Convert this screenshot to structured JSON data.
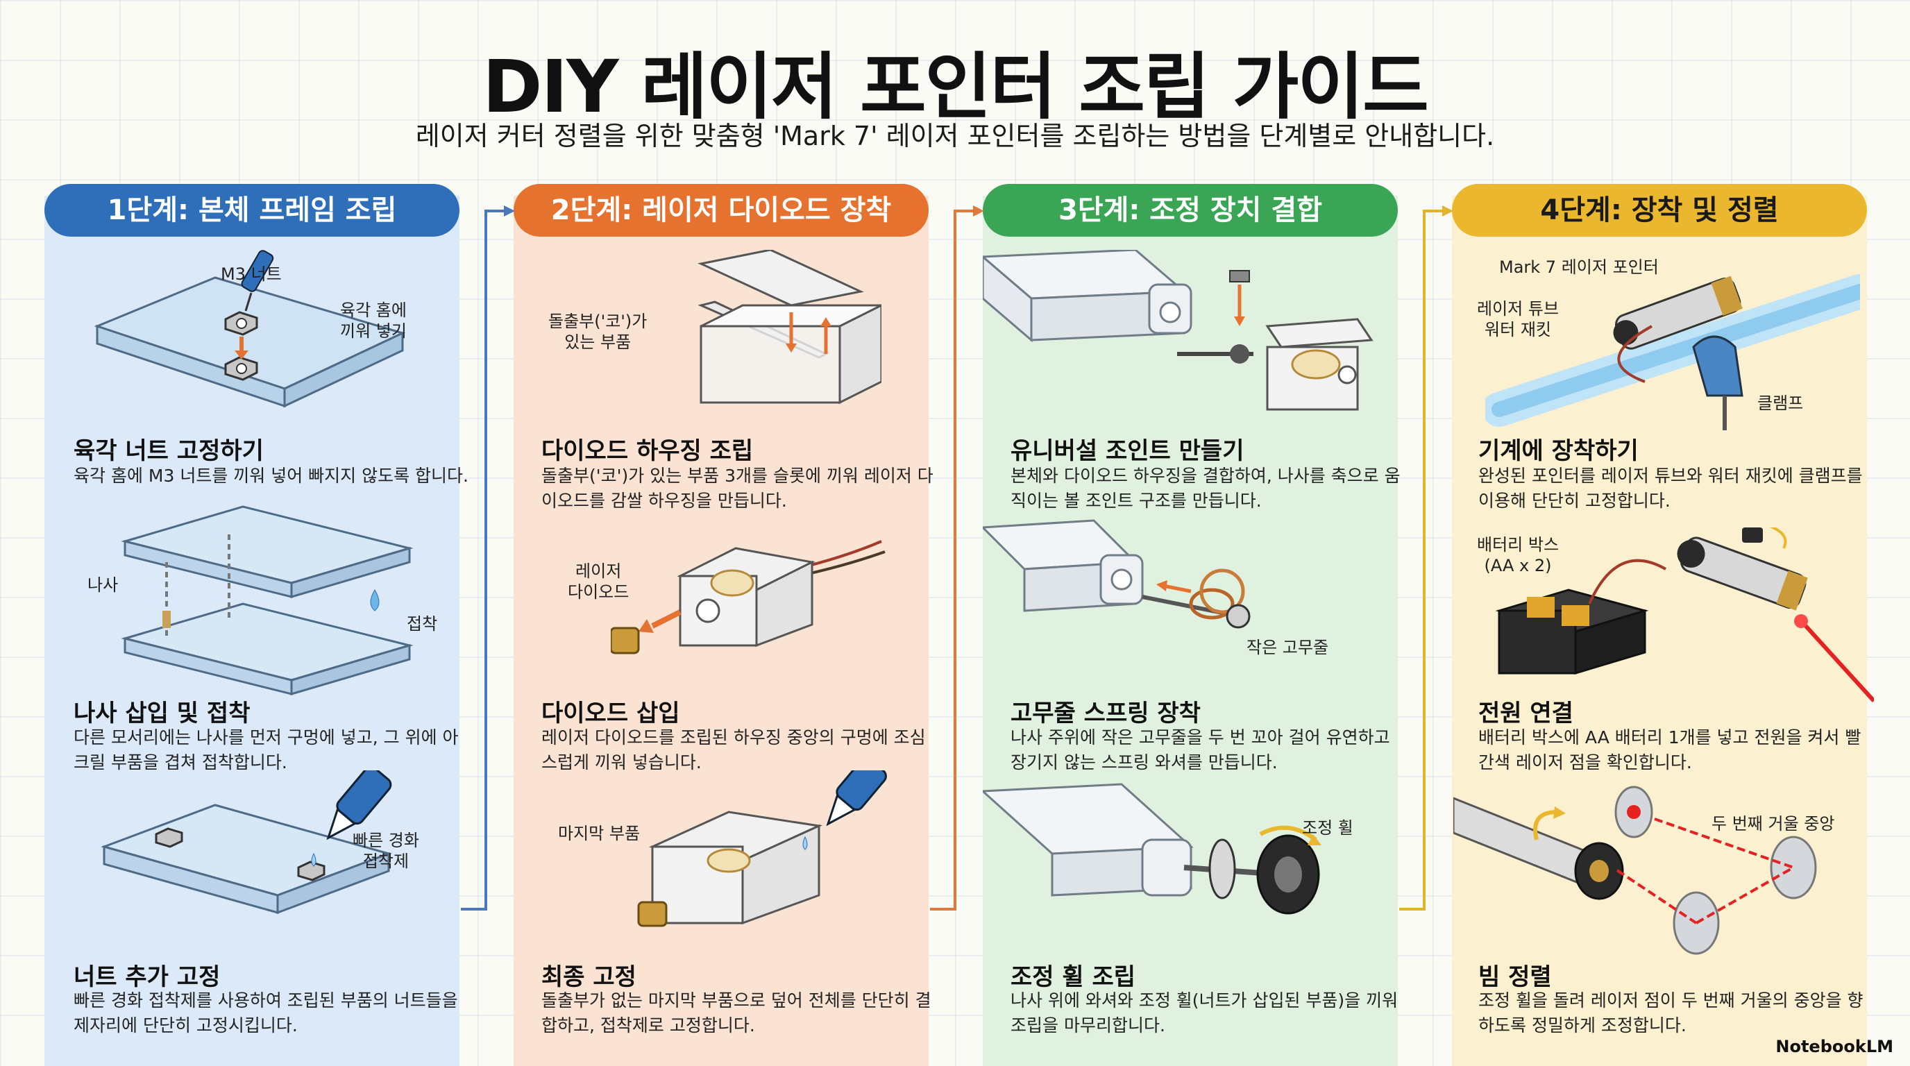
{
  "header": {
    "title": "DIY 레이저 포인터 조립 가이드",
    "subtitle": "레이저 커터 정렬을 위한 맞춤형 'Mark 7' 레이저 포인터를 조립하는 방법을 단계별로 안내합니다."
  },
  "stages": [
    {
      "title": "1단계: 본체 프레임 조립",
      "steps": [
        {
          "title": "육각 너트 고정하기",
          "desc": "육각 홈에 M3 너트를 끼워 넣어 빠지지 않도록 합니다."
        },
        {
          "title": "나사 삽입 및 접착",
          "desc": "다른 모서리에는 나사를 먼저 구멍에 넣고, 그 위에 아크릴 부품을 겹쳐 접착합니다."
        },
        {
          "title": "너트 추가 고정",
          "desc": "빠른 경화 접착제를 사용하여 조립된 부품의 너트들을 제자리에 단단히 고정시킵니다."
        }
      ],
      "labels": {
        "m3_nut": "M3 너트",
        "hex_groove": "육각 홈에\n끼워 넣기",
        "screw": "나사",
        "glue": "접착",
        "fast_glue": "빠른 경화\n접착제"
      }
    },
    {
      "title": "2단계: 레이저 다이오드 장착",
      "steps": [
        {
          "title": "다이오드 하우징 조립",
          "desc": "돌출부('코')가 있는 부품 3개를 슬롯에 끼워 레이저 다이오드를 감쌀 하우징을 만듭니다."
        },
        {
          "title": "다이오드 삽입",
          "desc": "레이저 다이오드를 조립된 하우징 중앙의 구멍에 조심스럽게 끼워 넣습니다."
        },
        {
          "title": "최종 고정",
          "desc": "돌출부가 없는 마지막 부품으로 덮어 전체를 단단히 결합하고, 접착제로 고정합니다."
        }
      ],
      "labels": {
        "nose_part": "돌출부('코')가\n있는 부품",
        "laser_diode": "레이저\n다이오드",
        "last_part": "마지막 부품"
      }
    },
    {
      "title": "3단계: 조정 장치 결합",
      "steps": [
        {
          "title": "유니버설 조인트 만들기",
          "desc": "본체와 다이오드 하우징을 결합하여, 나사를 축으로 움직이는 볼 조인트 구조를 만듭니다."
        },
        {
          "title": "고무줄 스프링 장착",
          "desc": "나사 주위에 작은 고무줄을 두 번 꼬아 걸어 유연하고 장기지 않는 스프링 와셔를 만듭니다."
        },
        {
          "title": "조정 휠 조립",
          "desc": "나사 위에 와셔와 조정 휠(너트가 삽입된 부품)을 끼워 조립을 마무리합니다."
        }
      ],
      "labels": {
        "rubber_band": "작은 고무줄",
        "adjust_wheel": "조정 휠"
      }
    },
    {
      "title": "4단계: 장착 및 정렬",
      "steps": [
        {
          "title": "기계에 장착하기",
          "desc": "완성된 포인터를 레이저 튜브와 워터 재킷에 클램프를 이용해 단단히 고정합니다."
        },
        {
          "title": "전원 연결",
          "desc": "배터리 박스에 AA 배터리 1개를 넣고 전원을 켜서 빨간색 레이저 점을 확인합니다."
        },
        {
          "title": "빔 정렬",
          "desc": "조정 휠을 돌려 레이저 점이 두 번째 거울의 중앙을 향하도록 정밀하게 조정합니다."
        }
      ],
      "labels": {
        "mark7": "Mark 7 레이저 포인터",
        "water_jacket": "레이저 튜브\n워터 재킷",
        "clamp": "클램프",
        "battery_box": "배터리 박스\n(AA x 2)",
        "second_mirror": "두 번째 거울 중앙"
      }
    }
  ],
  "brand": "NotebookLM",
  "colors": {
    "stage1": "#2f6fba",
    "stage2": "#e6722f",
    "stage3": "#3aa655",
    "stage4": "#eab72e",
    "laser": "#e52222"
  }
}
